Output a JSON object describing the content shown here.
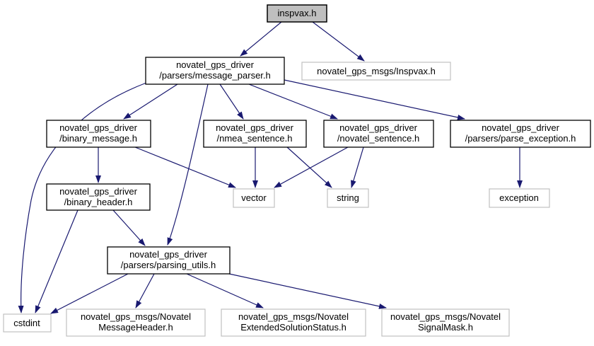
{
  "diagram": {
    "type": "include-dependency-graph",
    "background_color": "#ffffff",
    "edge_color": "#191970",
    "internal_node_border": "#000000",
    "external_node_border": "#c0c0c0",
    "current_node_fill": "#bfbfbf",
    "node_fill": "#ffffff",
    "text_color": "#000000"
  },
  "nodes": {
    "inspvax": {
      "label": "inspvax.h",
      "type": "current"
    },
    "message_parser": {
      "label": "novatel_gps_driver/parsers/message_parser.h",
      "line1": "novatel_gps_driver",
      "line2": "/parsers/message_parser.h",
      "type": "internal"
    },
    "inspvax_msg": {
      "label": "novatel_gps_msgs/Inspvax.h",
      "type": "external"
    },
    "binary_message": {
      "label": "novatel_gps_driver/binary_message.h",
      "line1": "novatel_gps_driver",
      "line2": "/binary_message.h",
      "type": "internal"
    },
    "nmea_sentence": {
      "label": "novatel_gps_driver/nmea_sentence.h",
      "line1": "novatel_gps_driver",
      "line2": "/nmea_sentence.h",
      "type": "internal"
    },
    "novatel_sentence": {
      "label": "novatel_gps_driver/novatel_sentence.h",
      "line1": "novatel_gps_driver",
      "line2": "/novatel_sentence.h",
      "type": "internal"
    },
    "parse_exception": {
      "label": "novatel_gps_driver/parsers/parse_exception.h",
      "line1": "novatel_gps_driver",
      "line2": "/parsers/parse_exception.h",
      "type": "internal"
    },
    "binary_header": {
      "label": "novatel_gps_driver/binary_header.h",
      "line1": "novatel_gps_driver",
      "line2": "/binary_header.h",
      "type": "internal"
    },
    "vector": {
      "label": "vector",
      "type": "external"
    },
    "string": {
      "label": "string",
      "type": "external"
    },
    "exception": {
      "label": "exception",
      "type": "external"
    },
    "parsing_utils": {
      "label": "novatel_gps_driver/parsers/parsing_utils.h",
      "line1": "novatel_gps_driver",
      "line2": "/parsers/parsing_utils.h",
      "type": "internal"
    },
    "cstdint": {
      "label": "cstdint",
      "type": "external"
    },
    "novatel_message_header": {
      "label": "novatel_gps_msgs/NovatelMessageHeader.h",
      "line1": "novatel_gps_msgs/Novatel",
      "line2": "MessageHeader.h",
      "type": "external"
    },
    "extended_solution_status": {
      "label": "novatel_gps_msgs/NovatelExtendedSolutionStatus.h",
      "line1": "novatel_gps_msgs/Novatel",
      "line2": "ExtendedSolutionStatus.h",
      "type": "external"
    },
    "signal_mask": {
      "label": "novatel_gps_msgs/NovatelSignalMask.h",
      "line1": "novatel_gps_msgs/Novatel",
      "line2": "SignalMask.h",
      "type": "external"
    }
  },
  "edges": [
    {
      "from": "inspvax",
      "to": "message_parser"
    },
    {
      "from": "inspvax",
      "to": "inspvax_msg"
    },
    {
      "from": "message_parser",
      "to": "binary_message"
    },
    {
      "from": "message_parser",
      "to": "nmea_sentence"
    },
    {
      "from": "message_parser",
      "to": "novatel_sentence"
    },
    {
      "from": "message_parser",
      "to": "parse_exception"
    },
    {
      "from": "message_parser",
      "to": "parsing_utils"
    },
    {
      "from": "message_parser",
      "to": "cstdint"
    },
    {
      "from": "binary_message",
      "to": "binary_header"
    },
    {
      "from": "binary_message",
      "to": "vector"
    },
    {
      "from": "nmea_sentence",
      "to": "vector"
    },
    {
      "from": "nmea_sentence",
      "to": "string"
    },
    {
      "from": "novatel_sentence",
      "to": "vector"
    },
    {
      "from": "novatel_sentence",
      "to": "string"
    },
    {
      "from": "parse_exception",
      "to": "exception"
    },
    {
      "from": "binary_header",
      "to": "cstdint"
    },
    {
      "from": "binary_header",
      "to": "parsing_utils"
    },
    {
      "from": "parsing_utils",
      "to": "cstdint"
    },
    {
      "from": "parsing_utils",
      "to": "novatel_message_header"
    },
    {
      "from": "parsing_utils",
      "to": "extended_solution_status"
    },
    {
      "from": "parsing_utils",
      "to": "signal_mask"
    }
  ]
}
